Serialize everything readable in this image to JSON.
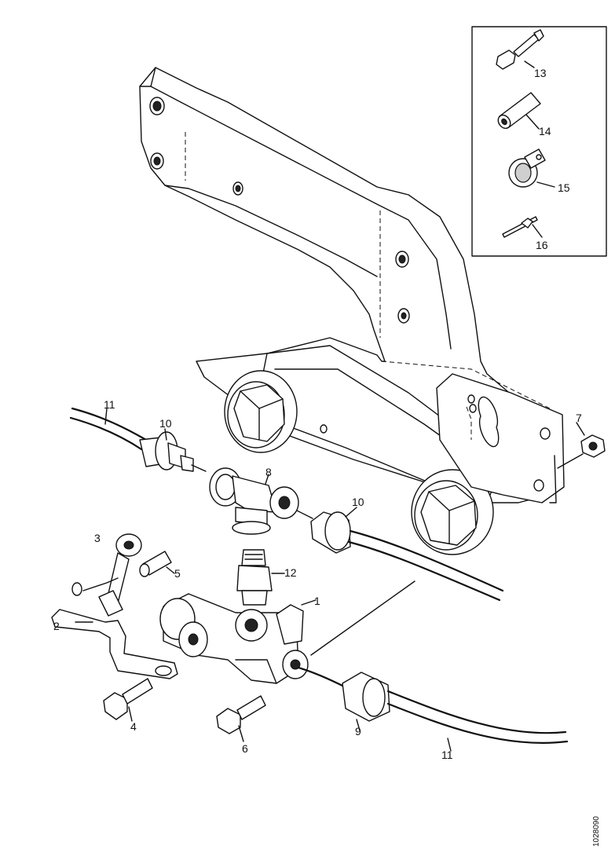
{
  "labels": {
    "l13": "13",
    "l14": "14",
    "l15": "15",
    "l16": "16",
    "l11a": "11",
    "l10a": "10",
    "l8": "8",
    "l7": "7",
    "l10b": "10",
    "l3": "3",
    "l5": "5",
    "l12": "12",
    "l1": "1",
    "l2": "2",
    "l4": "4",
    "l6": "6",
    "l9": "9",
    "l11b": "11"
  },
  "drawing_code": "1028090"
}
